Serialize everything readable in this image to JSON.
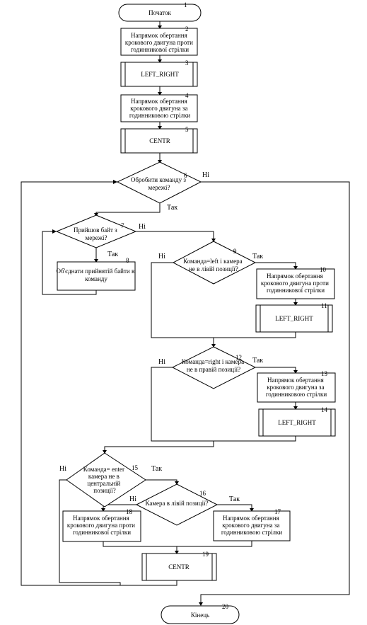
{
  "flowchart": {
    "start": "Початок",
    "end": "Кінець",
    "blocks": {
      "b2": [
        "Напрямок обертання",
        "крокового двигуна проти",
        "годинникової стрілки"
      ],
      "b3": [
        "LEFT_RIGHT"
      ],
      "b4": [
        "Напрямок обертання",
        "крокового двигуна за",
        "годинниковою стрілки"
      ],
      "b5": [
        "CENTR"
      ],
      "b6": [
        "Обробити команду з",
        "мережі?"
      ],
      "b7": [
        "Прийшов байт з",
        "мережі?"
      ],
      "b8": [
        "Об'єднати прийнятій байти в",
        "команду"
      ],
      "b9": [
        "Команда=left і камера",
        "не в лівій позиції?"
      ],
      "b10": [
        "Напрямок обертання",
        "крокового двигуна проти",
        "годинникової стрілки"
      ],
      "b11": [
        "LEFT_RIGHT"
      ],
      "b12": [
        "Команда=right і камера",
        "не в правій позиції?"
      ],
      "b13": [
        "Напрямок обертання",
        "крокового двигуна за",
        "годинниковою стрілки"
      ],
      "b14": [
        "LEFT_RIGHT"
      ],
      "b15": [
        "Команда= enter",
        "камера не в",
        "центральній",
        "позиції?"
      ],
      "b16": [
        "Камера в лівій позиції?"
      ],
      "b17": [
        "Напрямок обертання",
        "крокового двигуна за",
        "годинниковою стрілки"
      ],
      "b18": [
        "Напрямок обертання",
        "крокового двигуна проти",
        "годинникової стрілки"
      ],
      "b19": [
        "CENTR"
      ]
    },
    "numbers": [
      "1",
      "2",
      "3",
      "4",
      "5",
      "6",
      "7",
      "8",
      "9",
      "10",
      "11",
      "12",
      "13",
      "14",
      "15",
      "16",
      "17",
      "18",
      "19",
      "20"
    ],
    "labels": {
      "yes": "Так",
      "no": "Ні"
    }
  }
}
